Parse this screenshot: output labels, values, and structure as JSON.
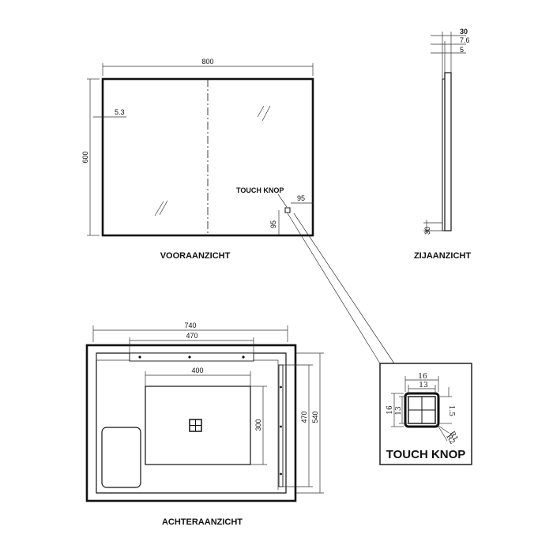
{
  "front": {
    "title": "VOORAANZICHT",
    "width_label": "800",
    "height_label": "600",
    "offset_label": "5.3",
    "button_label": "TOUCH KNOP",
    "button_x_label": "95",
    "button_y_label": "95"
  },
  "side": {
    "title": "ZIJAANZICHT",
    "dims": [
      "30",
      "7.6",
      "5"
    ],
    "bottom_label": "30"
  },
  "back": {
    "title": "ACHTERAANZICHT",
    "outer_width_label": "740",
    "bracket_width_label": "470",
    "panel_width_label": "400",
    "panel_height_label": "300",
    "inner_height_label": "470",
    "outer_height_label": "540"
  },
  "detail": {
    "title": "TOUCH KNOP",
    "outer_label": "16",
    "inner_label": "13",
    "side_outer_label": "16",
    "side_inner_label": "13",
    "thickness_label": "1.5",
    "r1_label": "R1",
    "r2_label": "R2"
  }
}
